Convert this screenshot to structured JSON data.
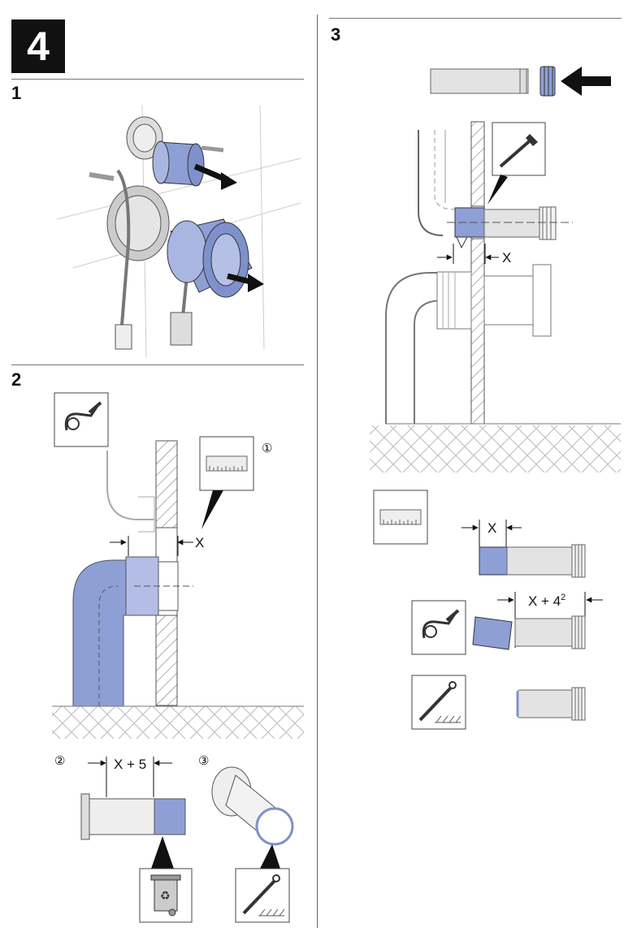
{
  "page": {
    "chapter_number": "4"
  },
  "steps": {
    "step1": {
      "number": "1"
    },
    "step2": {
      "number": "2",
      "callout1": "①",
      "callout2": "②",
      "callout3": "③",
      "dim_x": "X",
      "dim_x_plus": "X + 5"
    },
    "step3": {
      "number": "3",
      "dim_x_top": "X",
      "dim_x_measure": "X",
      "dim_x_plus_base": "X + 4",
      "dim_x_plus_sup": "2"
    }
  },
  "icons": {
    "pipe_cutter": "pipe-cutter-icon",
    "ruler": "ruler-icon",
    "deburr_file": "deburr-file-icon",
    "recycle_bin": "recycle-bin-icon",
    "marker": "marker-pen-icon",
    "arrow": "insert-arrow-icon"
  },
  "colors": {
    "highlight_blue": "#8e9fd6",
    "pipe_gray": "#d9d9d9",
    "wall_gray": "#bdbdbd"
  }
}
